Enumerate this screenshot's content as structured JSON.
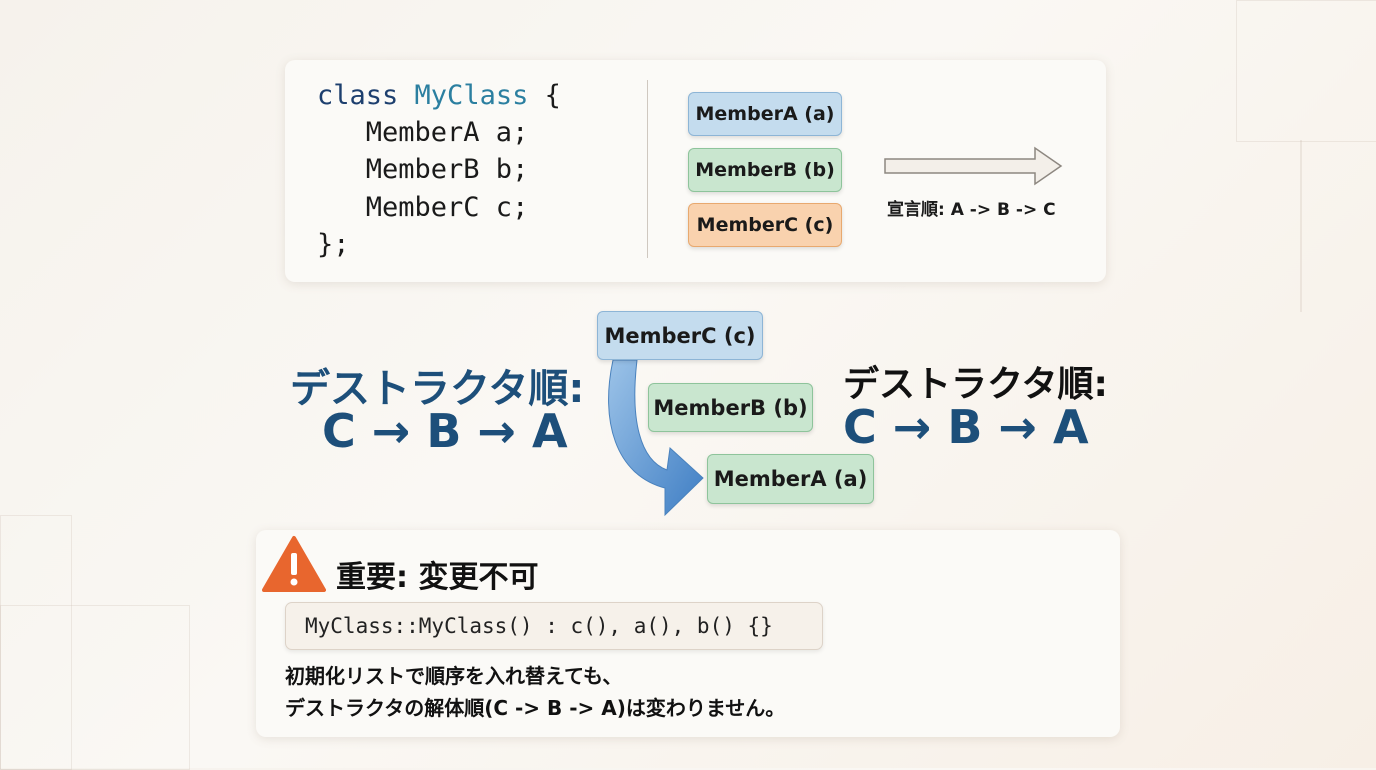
{
  "code_card": {
    "lines": [
      {
        "keyword": "class",
        "name": "MyClass",
        "rest": " {"
      },
      "   MemberA a;",
      "   MemberB b;",
      "   MemberC c;",
      "};"
    ],
    "members": [
      "MemberA (a)",
      "MemberB (b)",
      "MemberC (c)"
    ],
    "declaration_order": "宣言順: A -> B -> C"
  },
  "destruction": {
    "members": [
      "MemberC (c)",
      "MemberB (b)",
      "MemberA (a)"
    ],
    "left_title": "デストラクタ順:",
    "left_order": "C → B → A",
    "right_title": "デストラクタ順:",
    "right_order": "C → B → A"
  },
  "warning": {
    "icon": "warning-icon",
    "title": "重要: 変更不可",
    "code": "MyClass::MyClass() : c(), a(), b() {}",
    "line1": "初期化リストで順序を入れ替えても、",
    "line2": "デストラクタの解体順(C -> B -> A)は変わりません。"
  },
  "colors": {
    "accent_blue": "#1d4f7a",
    "warning": "#e8662e"
  }
}
